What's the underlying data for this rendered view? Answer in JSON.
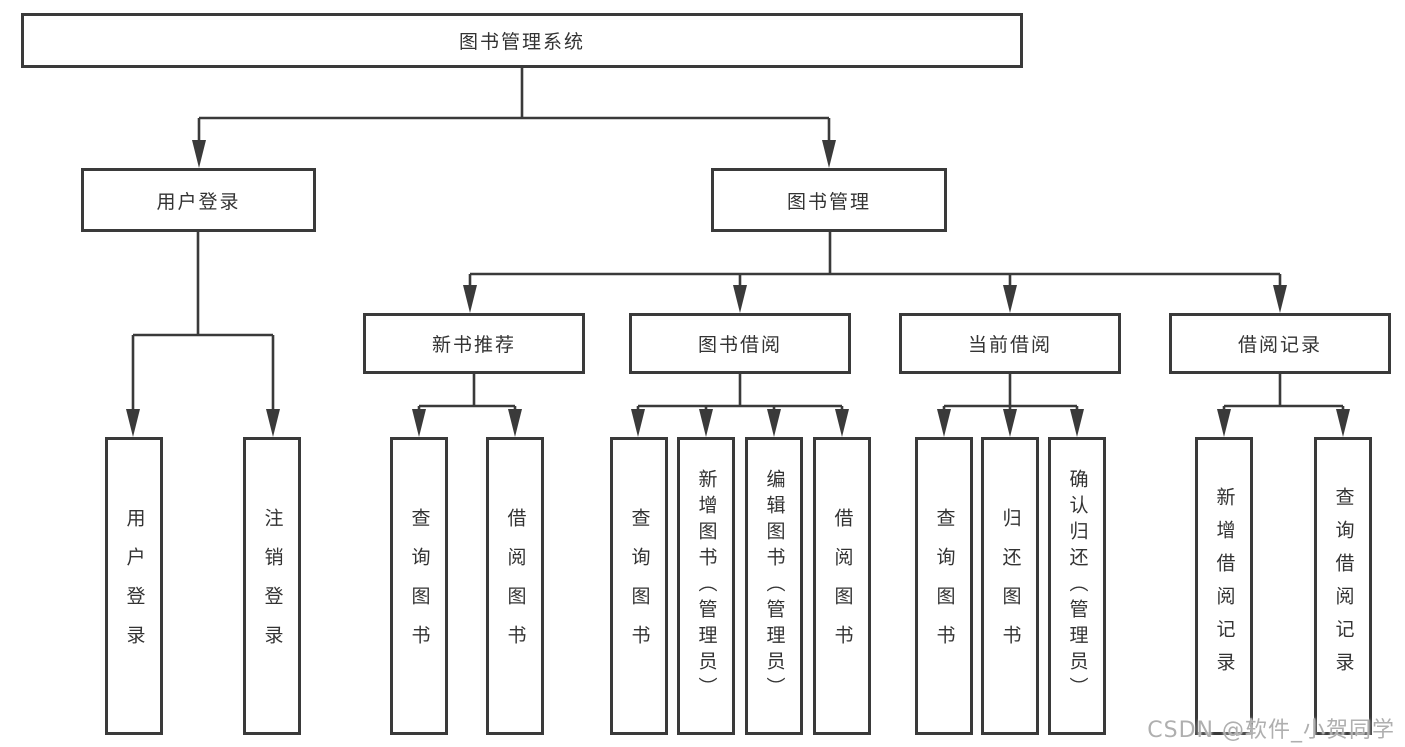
{
  "nodes": {
    "root": "图书管理系统",
    "user_login": "用户登录",
    "book_mgmt": "图书管理",
    "new_book": "新书推荐",
    "book_borrow": "图书借阅",
    "current_borrow": "当前借阅",
    "borrow_record": "借阅记录"
  },
  "leaves": {
    "user_login": [
      "用户登录",
      "注销登录"
    ],
    "new_book": [
      "查询图书",
      "借阅图书"
    ],
    "book_borrow": [
      "查询图书",
      "新增图书（管理员）",
      "编辑图书（管理员）",
      "借阅图书"
    ],
    "current_borrow": [
      "查询图书",
      "归还图书",
      "确认归还（管理员）"
    ],
    "borrow_record": [
      "新增借阅记录",
      "查询借阅记录"
    ]
  },
  "watermark": "CSDN @软件_小贺同学",
  "colors": {
    "line": "#3a3a3a",
    "text": "#333333",
    "background": "#ffffff",
    "watermark": "#a8a8a8"
  }
}
